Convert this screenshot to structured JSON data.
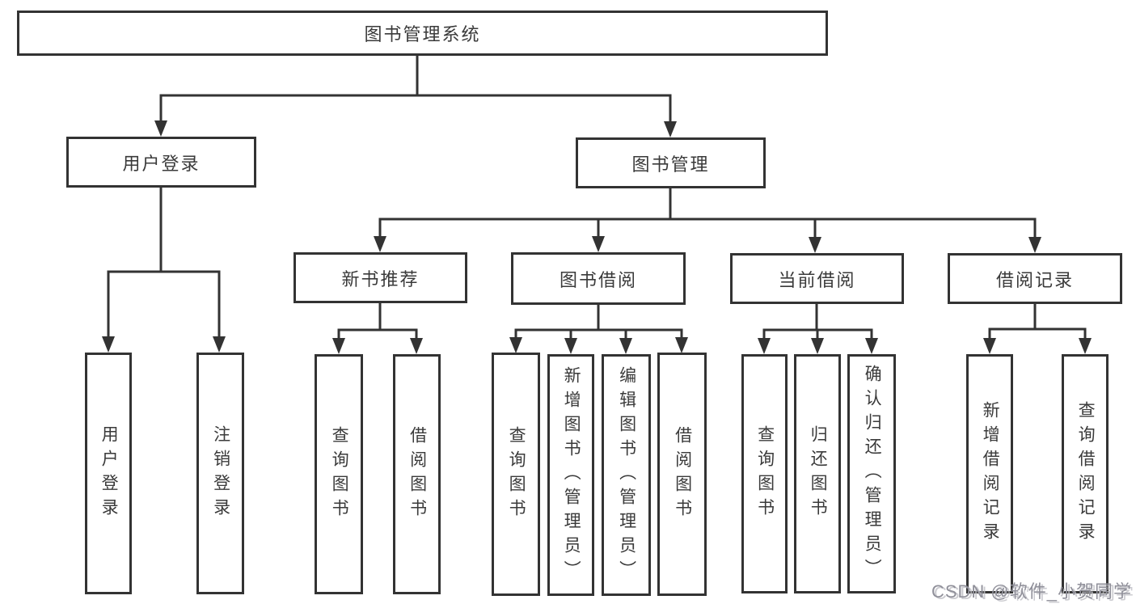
{
  "colors": {
    "line": "#333333",
    "box_border": "#333333",
    "box_background": "#ffffff",
    "text": "#3a3a3a",
    "watermark_gray": "#90909a"
  },
  "watermark": {
    "text": "CSDN @软件_小贺同学"
  },
  "tree": {
    "root": {
      "label": "图书管理系统"
    },
    "branches": [
      {
        "label": "用户登录",
        "children": [
          {
            "label": "用户登录"
          },
          {
            "label": "注销登录"
          }
        ]
      },
      {
        "label": "图书管理",
        "children": [
          {
            "label": "新书推荐",
            "children": [
              {
                "label": "查询图书"
              },
              {
                "label": "借阅图书"
              }
            ]
          },
          {
            "label": "图书借阅",
            "children": [
              {
                "label": "查询图书"
              },
              {
                "label": "新增图书（管理员）"
              },
              {
                "label": "编辑图书（管理员）"
              },
              {
                "label": "借阅图书"
              }
            ]
          },
          {
            "label": "当前借阅",
            "children": [
              {
                "label": "查询图书"
              },
              {
                "label": "归还图书"
              },
              {
                "label": "确认归还（管理员）"
              }
            ]
          },
          {
            "label": "借阅记录",
            "children": [
              {
                "label": "新增借阅记录"
              },
              {
                "label": "查询借阅记录"
              }
            ]
          }
        ]
      }
    ]
  }
}
